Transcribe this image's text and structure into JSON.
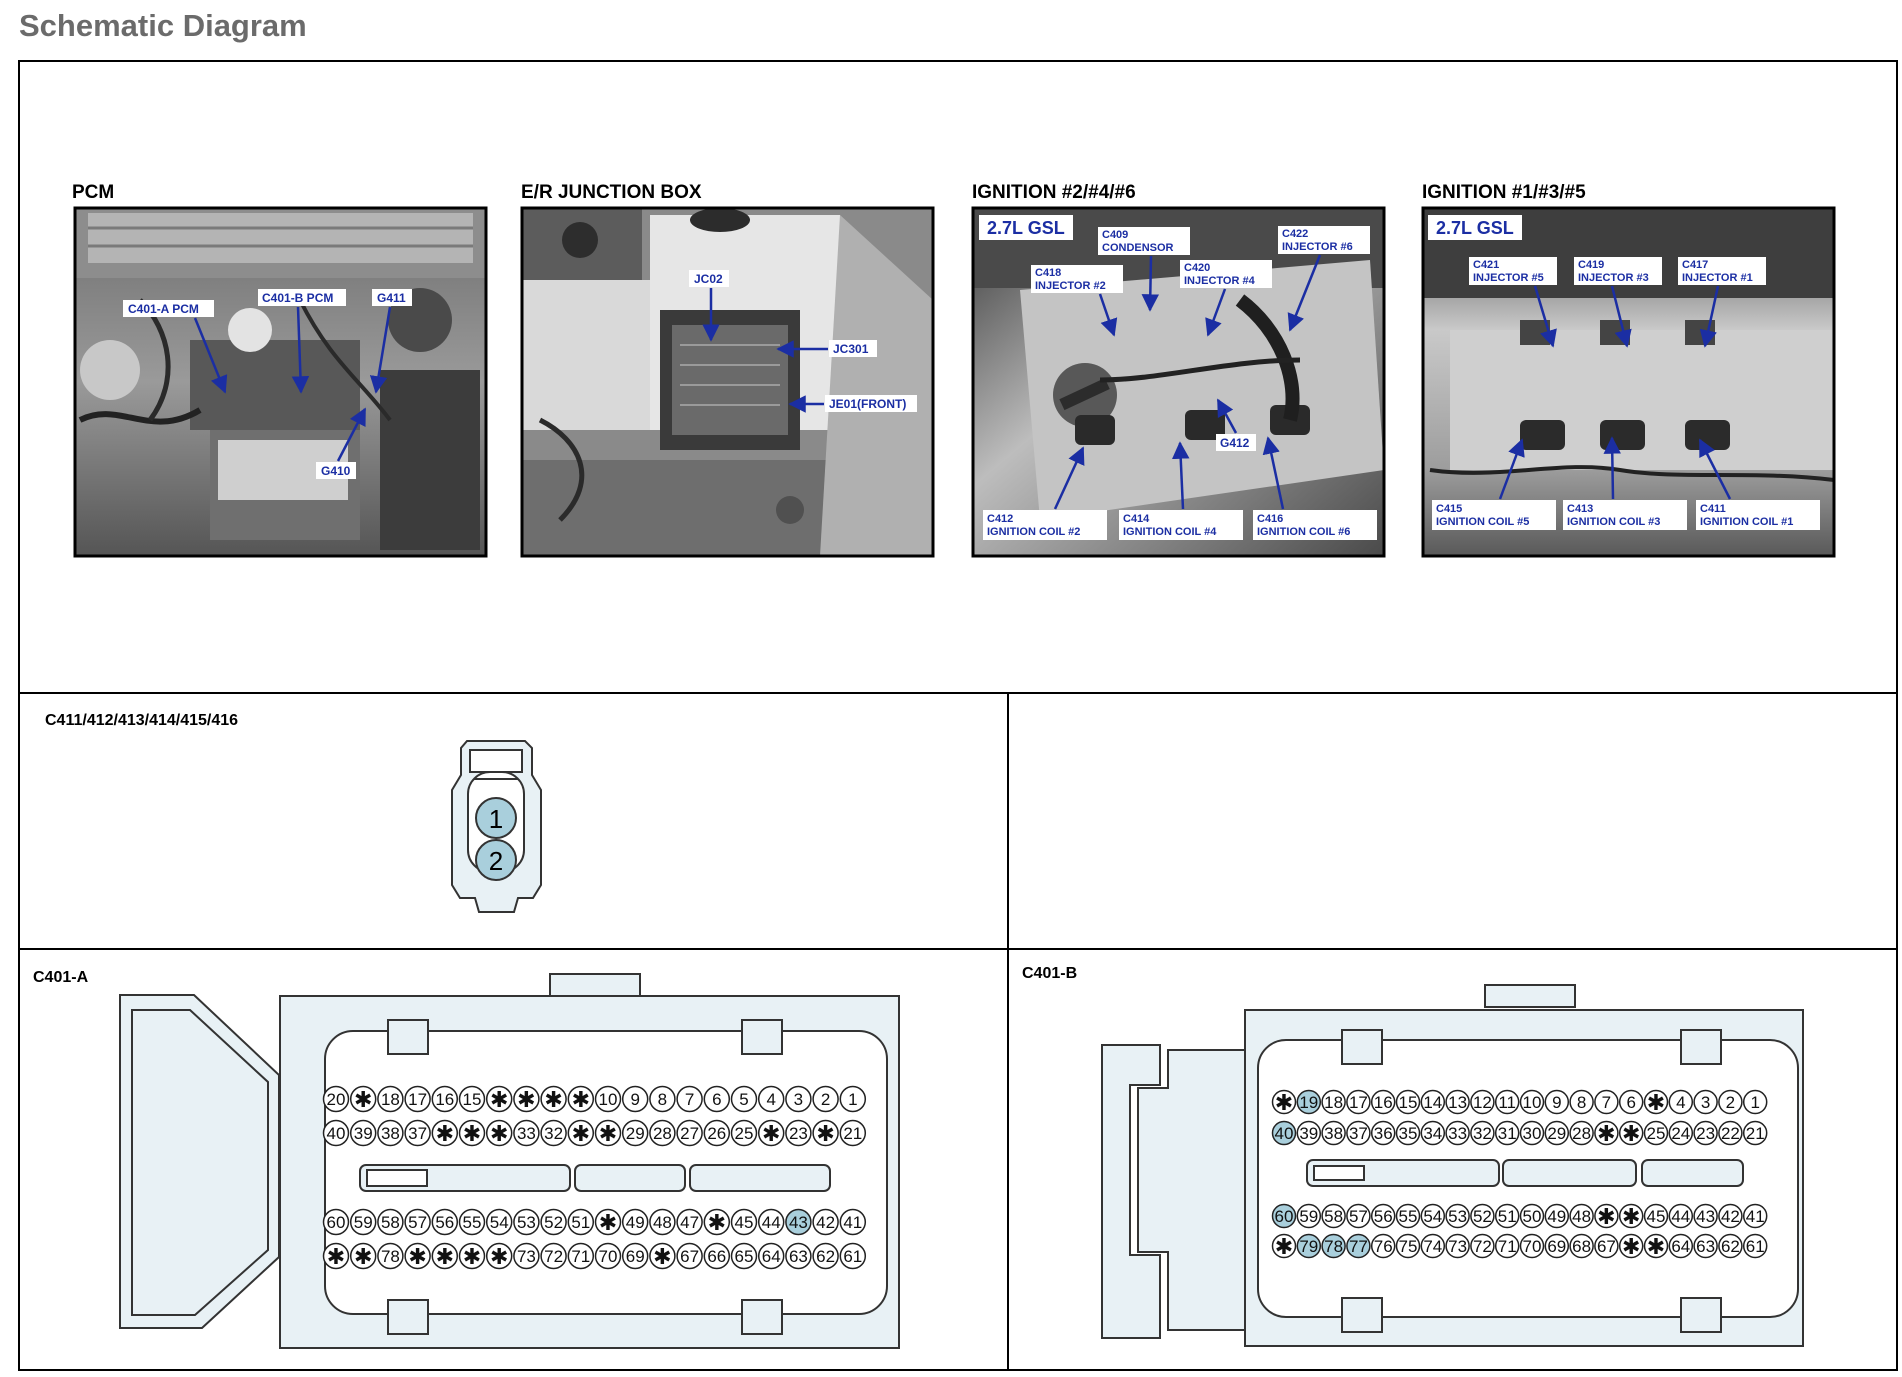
{
  "page": {
    "title": "Schematic Diagram"
  },
  "photos": [
    {
      "id": "pcm",
      "title": "PCM",
      "badge": "",
      "callouts": [
        {
          "id": "c401a",
          "lines": [
            "C401-A PCM"
          ]
        },
        {
          "id": "c401b",
          "lines": [
            "C401-B PCM"
          ]
        },
        {
          "id": "g411",
          "lines": [
            "G411"
          ]
        },
        {
          "id": "g410",
          "lines": [
            "G410"
          ]
        }
      ]
    },
    {
      "id": "er-junction-box",
      "title": "E/R JUNCTION BOX",
      "badge": "",
      "callouts": [
        {
          "id": "jc02",
          "lines": [
            "JC02"
          ]
        },
        {
          "id": "jc301",
          "lines": [
            "JC301"
          ]
        },
        {
          "id": "je01",
          "lines": [
            "JE01(FRONT)"
          ]
        }
      ]
    },
    {
      "id": "ignition-246",
      "title": "IGNITION #2/#4/#6",
      "badge": "2.7L GSL",
      "callouts": [
        {
          "id": "c409",
          "lines": [
            "C409",
            "CONDENSOR"
          ]
        },
        {
          "id": "c422",
          "lines": [
            "C422",
            "INJECTOR #6"
          ]
        },
        {
          "id": "c418",
          "lines": [
            "C418",
            "INJECTOR #2"
          ]
        },
        {
          "id": "c420",
          "lines": [
            "C420",
            "INJECTOR #4"
          ]
        },
        {
          "id": "g412",
          "lines": [
            "G412"
          ]
        },
        {
          "id": "c412",
          "lines": [
            "C412",
            "IGNITION COIL #2"
          ]
        },
        {
          "id": "c414",
          "lines": [
            "C414",
            "IGNITION COIL #4"
          ]
        },
        {
          "id": "c416",
          "lines": [
            "C416",
            "IGNITION COIL #6"
          ]
        }
      ]
    },
    {
      "id": "ignition-135",
      "title": "IGNITION #1/#3/#5",
      "badge": "2.7L GSL",
      "callouts": [
        {
          "id": "c421",
          "lines": [
            "C421",
            "INJECTOR #5"
          ]
        },
        {
          "id": "c419",
          "lines": [
            "C419",
            "INJECTOR #3"
          ]
        },
        {
          "id": "c417",
          "lines": [
            "C417",
            "INJECTOR #1"
          ]
        },
        {
          "id": "c415",
          "lines": [
            "C415",
            "IGNITION COIL #5"
          ]
        },
        {
          "id": "c413",
          "lines": [
            "C413",
            "IGNITION COIL #3"
          ]
        },
        {
          "id": "c411",
          "lines": [
            "C411",
            "IGNITION COIL #1"
          ]
        }
      ]
    }
  ],
  "connectors": {
    "coil": {
      "title": "C411/412/413/414/415/416",
      "pins": [
        "1",
        "2"
      ]
    },
    "c401a": {
      "title": "C401-A",
      "rows": [
        [
          "20",
          "*",
          "18",
          "17",
          "16",
          "15",
          "*",
          "*",
          "*",
          "*",
          "10",
          "9",
          "8",
          "7",
          "6",
          "5",
          "4",
          "3",
          "2",
          "1"
        ],
        [
          "40",
          "39",
          "38",
          "37",
          "*",
          "*",
          "*",
          "33",
          "32",
          "*",
          "*",
          "29",
          "28",
          "27",
          "26",
          "25",
          "*",
          "23",
          "*",
          "21"
        ],
        [
          "60",
          "59",
          "58",
          "57",
          "56",
          "55",
          "54",
          "53",
          "52",
          "51",
          "*",
          "49",
          "48",
          "47",
          "*",
          "45",
          "44",
          "43",
          "42",
          "41"
        ],
        [
          "*",
          "*",
          "78",
          "*",
          "*",
          "*",
          "*",
          "73",
          "72",
          "71",
          "70",
          "69",
          "*",
          "67",
          "66",
          "65",
          "64",
          "63",
          "62",
          "61"
        ]
      ],
      "highlighted": [
        "43"
      ]
    },
    "c401b": {
      "title": "C401-B",
      "rows": [
        [
          "*",
          "19",
          "18",
          "17",
          "16",
          "15",
          "14",
          "13",
          "12",
          "11",
          "10",
          "9",
          "8",
          "7",
          "6",
          "*",
          "4",
          "3",
          "2",
          "1"
        ],
        [
          "40",
          "39",
          "38",
          "37",
          "36",
          "35",
          "34",
          "33",
          "32",
          "31",
          "30",
          "29",
          "28",
          "*",
          "*",
          "25",
          "24",
          "23",
          "22",
          "21"
        ],
        [
          "60",
          "59",
          "58",
          "57",
          "56",
          "55",
          "54",
          "53",
          "52",
          "51",
          "50",
          "49",
          "48",
          "*",
          "*",
          "45",
          "44",
          "43",
          "42",
          "41"
        ],
        [
          "*",
          "79",
          "78",
          "77",
          "76",
          "75",
          "74",
          "73",
          "72",
          "71",
          "70",
          "69",
          "68",
          "67",
          "*",
          "*",
          "64",
          "63",
          "62",
          "61"
        ]
      ],
      "highlighted": [
        "19",
        "40",
        "60",
        "79",
        "78",
        "77"
      ]
    }
  },
  "colors": {
    "accent": "#1b2ea3",
    "pin_highlight": "#a9cfdc",
    "connector_fill": "#e8f1f5",
    "border": "#000000"
  }
}
